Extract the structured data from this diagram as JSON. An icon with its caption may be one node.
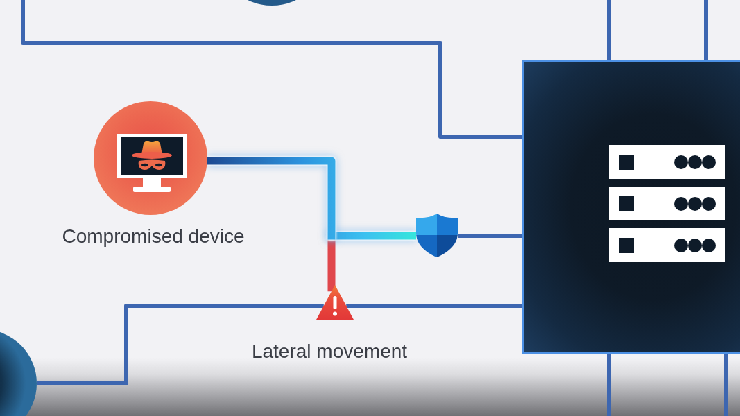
{
  "diagram": {
    "nodes": [
      {
        "text": [],
        "shape": "circle"
      },
      {
        "text": [
          "Compromised device"
        ]
      },
      {
        "text": [],
        "shape": "box"
      },
      {
        "text": [],
        "shape": "shield"
      },
      {
        "text": [
          "Lateral movement"
        ]
      },
      {
        "text": [],
        "shape": "circle"
      }
    ],
    "edges": [
      {
        "from": 1,
        "to": 3,
        "arrow": "none",
        "style": "thick",
        "color": "#3cc0f0"
      },
      {
        "from": 1,
        "to": 4,
        "arrow": "none",
        "style": "thick",
        "color": "#e0474c"
      },
      {
        "from": 3,
        "to": 2,
        "arrow": "none"
      },
      {
        "from": null,
        "to": 2,
        "arrow": "none"
      },
      {
        "from": 5,
        "to": 4,
        "arrow": "none"
      },
      {
        "from": 4,
        "to": 2,
        "arrow": "none"
      },
      {
        "from": null,
        "to": 2,
        "arrow": "none"
      },
      {
        "from": null,
        "to": 2,
        "arrow": "none"
      },
      {
        "from": 2,
        "to": null,
        "arrow": "none"
      },
      {
        "from": 2,
        "to": null,
        "arrow": "none"
      }
    ]
  }
}
